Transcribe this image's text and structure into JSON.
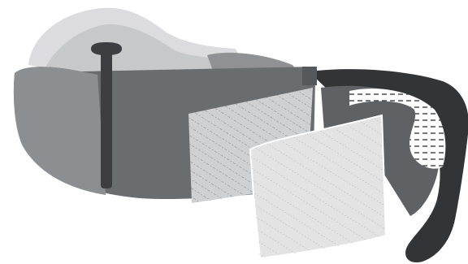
{
  "illustration": {
    "subject": "exploded-view-face-shield-headband",
    "parts": [
      {
        "id": "head-cap",
        "icon": "head-cap-shape"
      },
      {
        "id": "headband",
        "icon": "band-shape"
      },
      {
        "id": "adjustment-strap",
        "icon": "strap-shape"
      },
      {
        "id": "filter-pad",
        "icon": "pad-shape"
      },
      {
        "id": "face-panel",
        "icon": "panel-shape"
      },
      {
        "id": "side-frame",
        "icon": "frame-shape"
      }
    ]
  },
  "colors": {
    "background": "#ffffff",
    "cap_light": "#dcdcde",
    "cap_inner": "#c7c8ca",
    "band_dark": "#6a6d70",
    "band_mid": "#8c8f92",
    "strap": "#3c3e41",
    "pad_fill": "#cfd0d2",
    "panel_fill": "#e3e3e4",
    "frame_dark": "#333436",
    "frame_inner": "#5f6164"
  }
}
